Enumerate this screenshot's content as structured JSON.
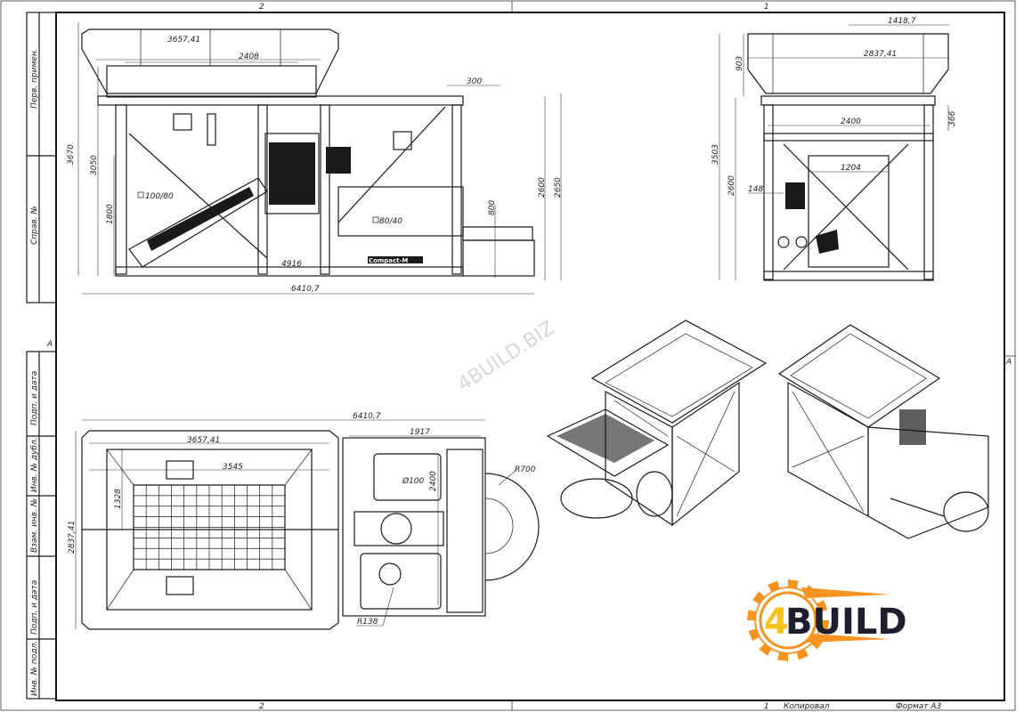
{
  "sheet": {
    "zones_top": [
      "2",
      "1"
    ],
    "zones_bottom": [
      "2",
      "1"
    ],
    "zone_side": "A",
    "copied_label": "Копировал",
    "format_label": "Формат А3"
  },
  "stamp_column": {
    "top": [
      "Перв. примен.",
      "Справ. №"
    ],
    "bottom": [
      "Подп. и дата",
      "Инв. № дубл.",
      "Взам. инв. №",
      "Подп. и дата",
      "Инв. № подл."
    ]
  },
  "front_view": {
    "dims": {
      "hopper_width": "3657,41",
      "hopper_inner": "2408",
      "height_total": "3670",
      "height_frame": "3050",
      "height_low": "1800",
      "tube_big": "100/80",
      "tube_small": "80/40",
      "offset": "300",
      "height_2600": "2600",
      "height_2650": "2650",
      "chute": "800",
      "length_inner": "4916",
      "length_total": "6410,7"
    },
    "brand_plate": "Сompact-M"
  },
  "side_view": {
    "dims": {
      "half_width": "1418,7",
      "width": "2837,41",
      "hopper_height": "903",
      "height_total": "3503",
      "height_frame": "2600",
      "frame_width": "2400",
      "beam": "366",
      "mixer_width": "1204",
      "offset": "148"
    }
  },
  "top_view": {
    "dims": {
      "length_total": "6410,7",
      "hopper_width": "3657,41",
      "inner": "3545",
      "half": "1328",
      "width": "2837,41",
      "mixer_part": "1917",
      "mixer_width": "2400",
      "pipe": "Ø100",
      "radius_big": "R700",
      "radius_small": "R138"
    }
  },
  "watermark": "4BUILD.BIZ",
  "logo": {
    "text": "4BUILD",
    "orange": "#f7931e",
    "yellow": "#f9c31a",
    "dark": "#1e1f2e"
  }
}
